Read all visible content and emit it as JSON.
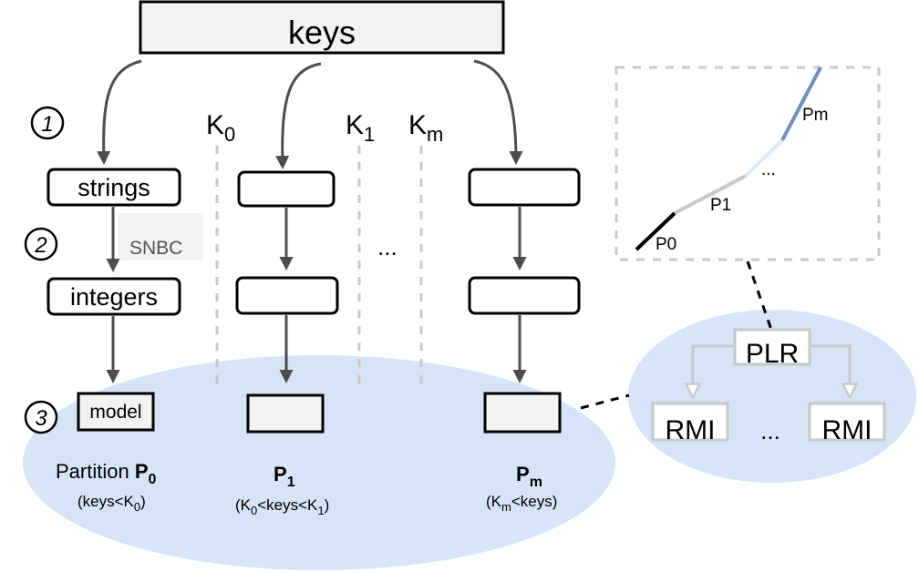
{
  "top": {
    "label": "keys"
  },
  "steps": [
    "1",
    "2",
    "3"
  ],
  "boundaries": [
    {
      "base": "K",
      "sub": "0"
    },
    {
      "base": "K",
      "sub": "1"
    },
    {
      "base": "K",
      "sub": "m"
    }
  ],
  "pipeline": {
    "strings": "strings",
    "snbc": "SNBC",
    "integers": "integers",
    "model": "model"
  },
  "ellipsis": "...",
  "partitions": [
    {
      "prefix": "Partition ",
      "name": "P",
      "sub": "0",
      "range": [
        "(keys<K",
        "0",
        ")"
      ]
    },
    {
      "prefix": "",
      "name": "P",
      "sub": "1",
      "range": [
        "(K",
        "0",
        "<keys<K",
        "1",
        ")"
      ]
    },
    {
      "prefix": "",
      "name": "P",
      "sub": "m",
      "range": [
        "(K",
        "m",
        "<keys)"
      ]
    }
  ],
  "plr_chart": {
    "labels": [
      "P0",
      "P1",
      "...",
      "Pm"
    ]
  },
  "index": {
    "root": "PLR",
    "left": "RMI",
    "dots": "...",
    "right": "RMI"
  },
  "colors": {
    "ellipse": "#d6e4f7",
    "box_fill": "#f2f2f2",
    "arrow": "#4d4d4d",
    "guide": "#c8c8c8",
    "segment_dark": "#000000",
    "segment_light": "#c8c8c8",
    "segment_pale": "#dde8f6",
    "segment_blue": "#6f8fbf"
  }
}
